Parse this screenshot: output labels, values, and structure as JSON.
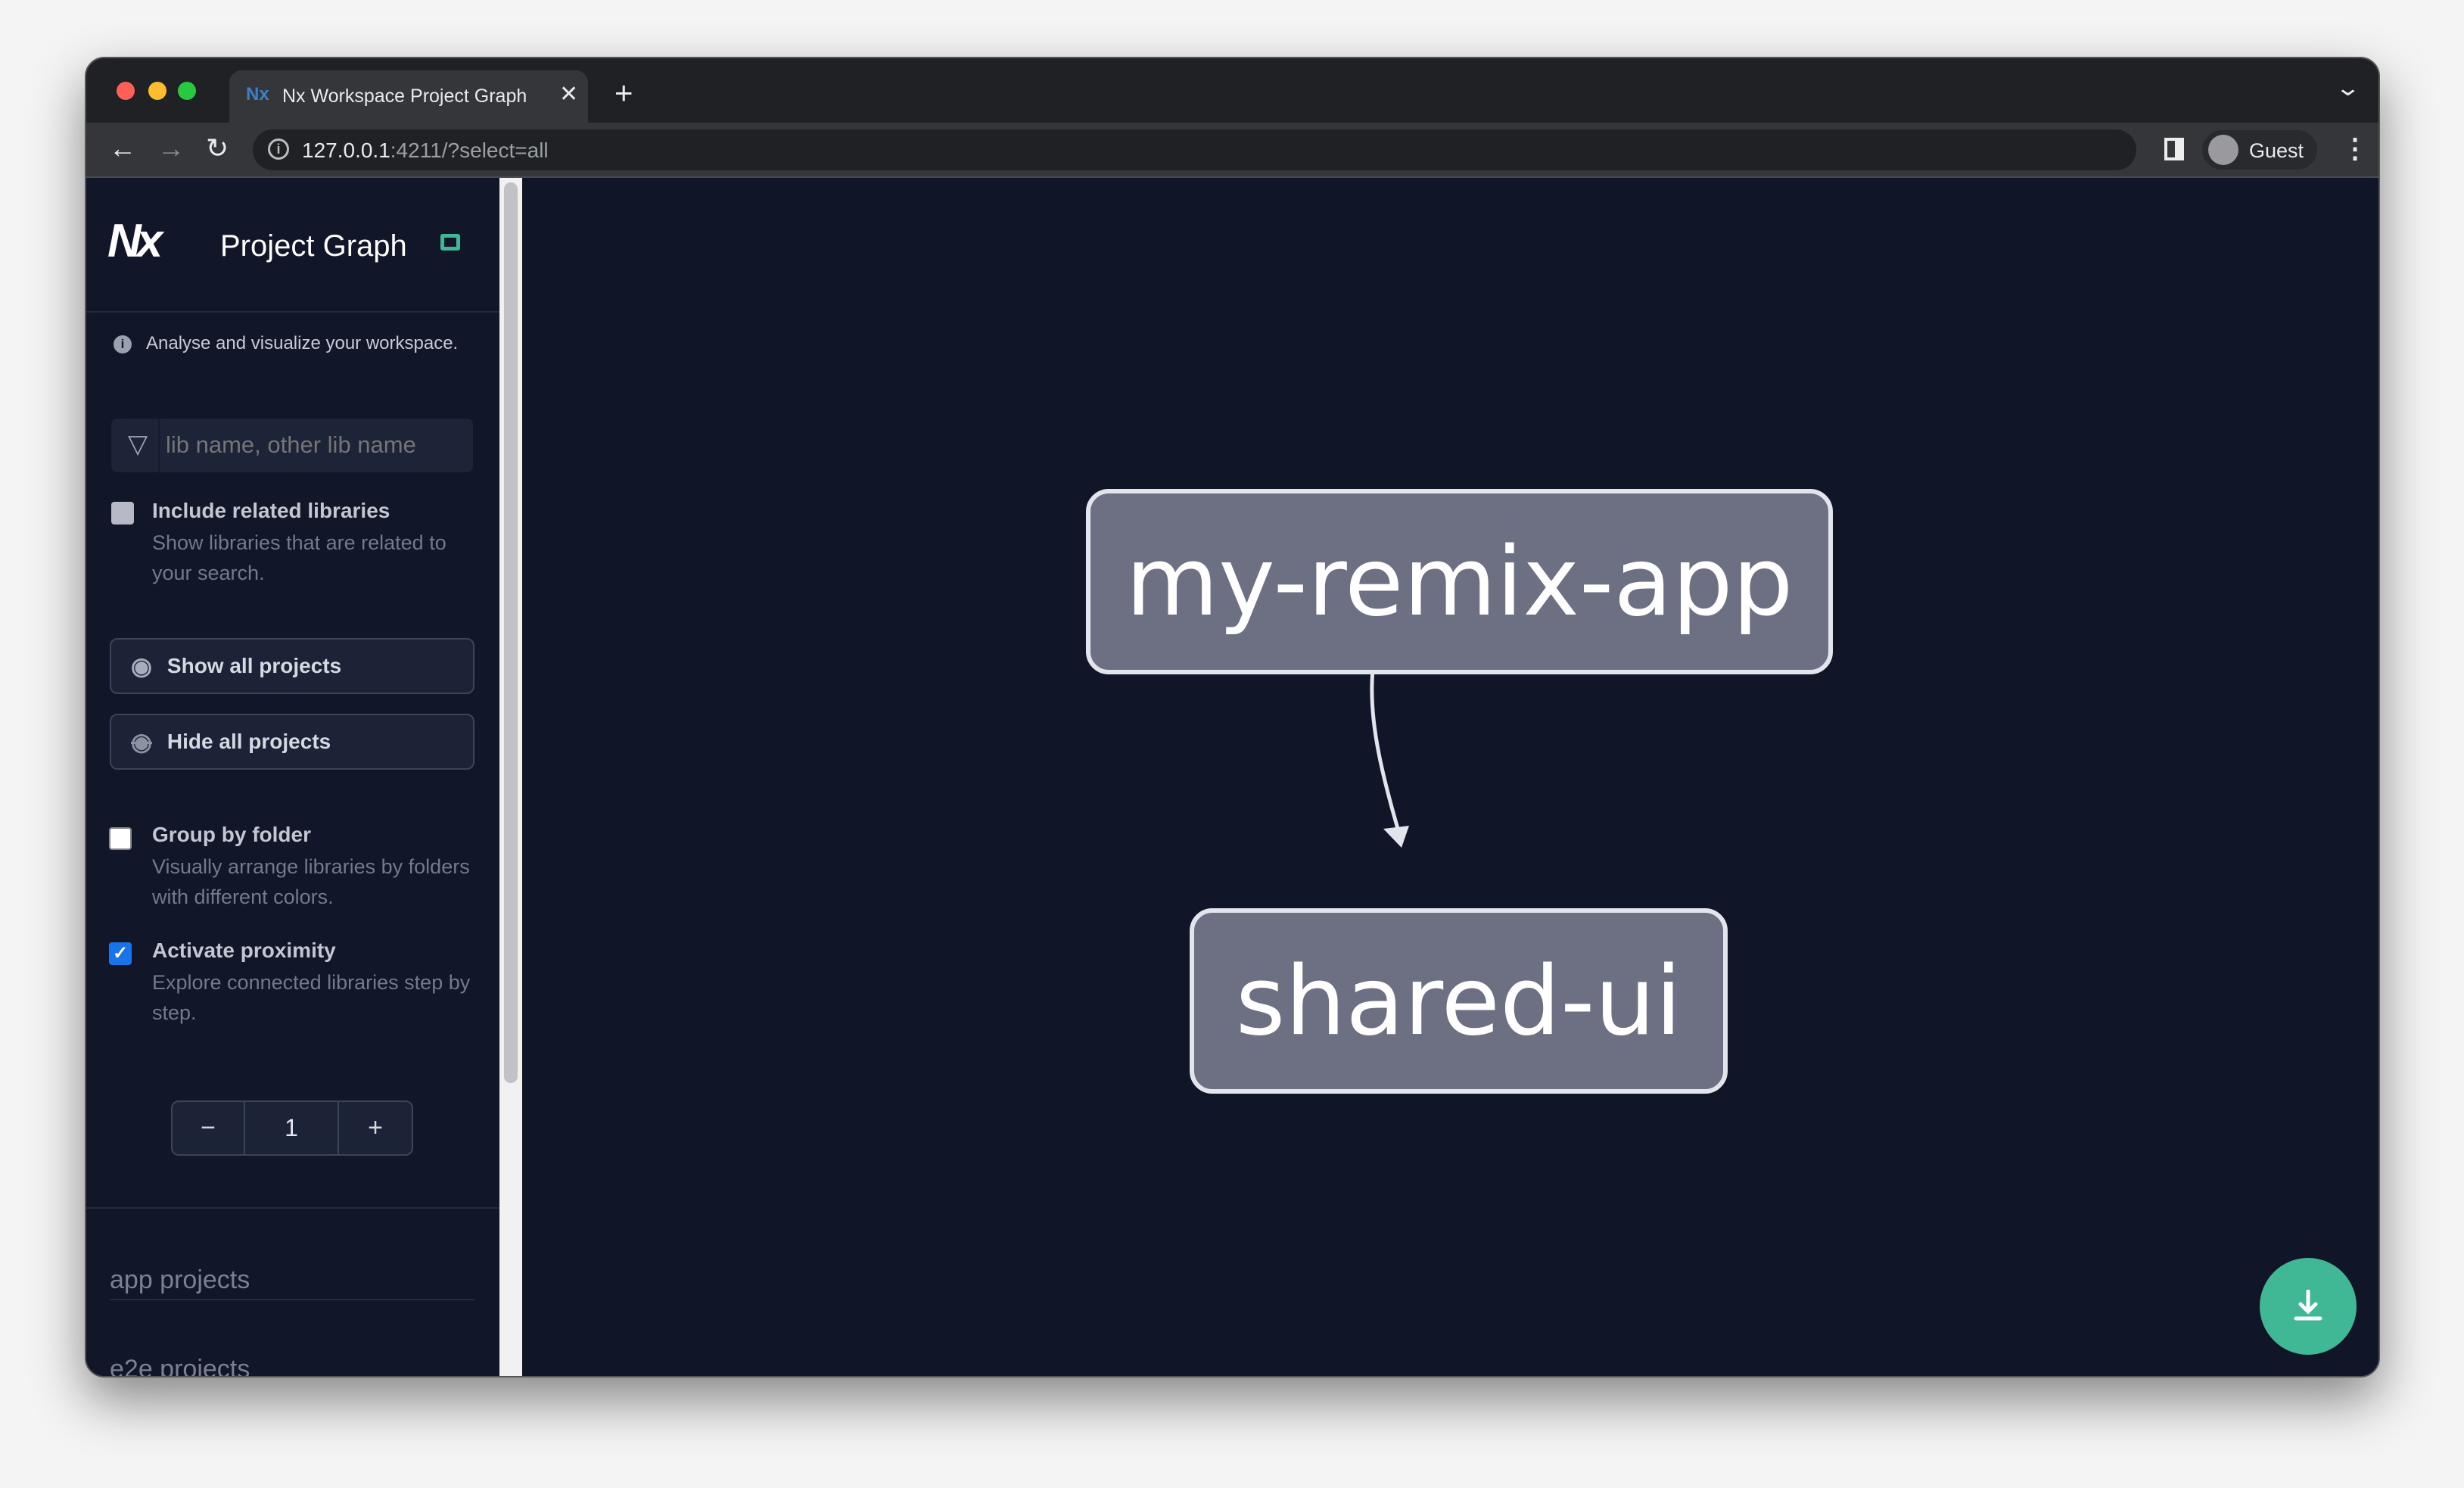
{
  "browser": {
    "tab_title": "Nx Workspace Project Graph",
    "url_host": "127.0.0.1",
    "url_rest": ":4211/?select=all",
    "profile": "Guest"
  },
  "sidebar": {
    "title": "Project Graph",
    "info": "Analyse and visualize your workspace.",
    "search_placeholder": "lib name, other lib name",
    "include_related": {
      "label": "Include related libraries",
      "desc": "Show libraries that are related to your search.",
      "checked": false
    },
    "show_all": "Show all projects",
    "hide_all": "Hide all projects",
    "group_by_folder": {
      "label": "Group by folder",
      "desc": "Visually arrange libraries by folders with different colors.",
      "checked": false
    },
    "proximity": {
      "label": "Activate proximity",
      "desc": "Explore connected libraries step by step.",
      "checked": true
    },
    "stepper": {
      "minus": "−",
      "value": "1",
      "plus": "+"
    },
    "sections": [
      "app projects",
      "e2e projects"
    ]
  },
  "graph": {
    "nodes": [
      {
        "id": "my-remix-app"
      },
      {
        "id": "shared-ui"
      }
    ],
    "edges": [
      {
        "from": "my-remix-app",
        "to": "shared-ui"
      }
    ]
  },
  "colors": {
    "accent": "#40b896",
    "checkbox": "#1a73e8",
    "node_fill": "#6d7083",
    "bg": "#111528"
  }
}
